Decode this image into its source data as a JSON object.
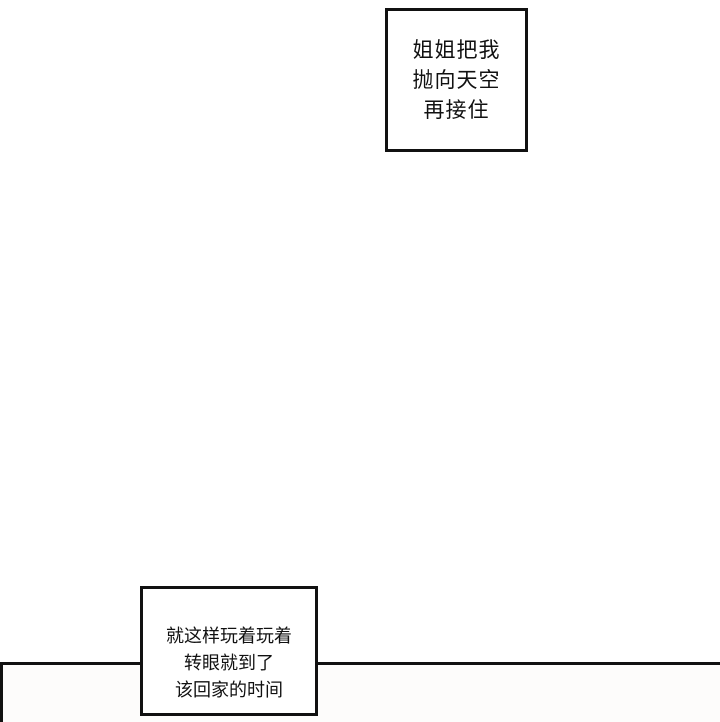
{
  "captions": {
    "top": {
      "lines": [
        "姐姐把我",
        "抛向天空",
        "再接住"
      ]
    },
    "bottom": {
      "lines": [
        "就这样玩着玩着",
        "转眼就到了",
        "该回家的时间"
      ]
    }
  }
}
